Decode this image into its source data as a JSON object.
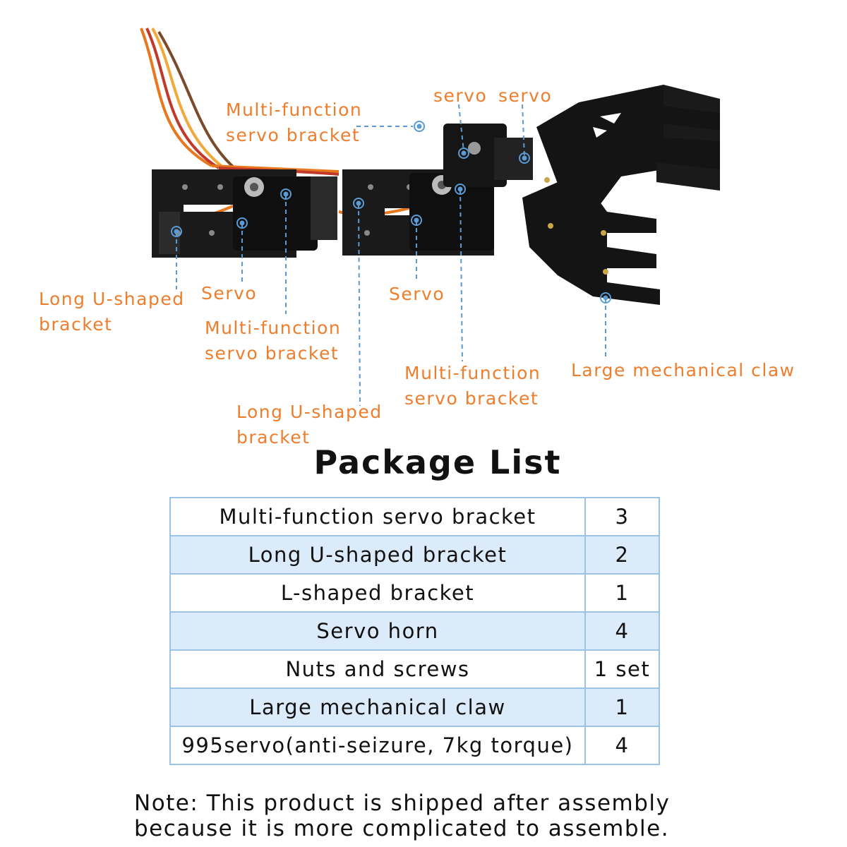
{
  "callouts": {
    "multi_function_top": "Multi-function\nservo bracket",
    "servo_top_1": "servo",
    "servo_top_2": "servo",
    "long_u_left": "Long U-shaped\nbracket",
    "servo_left": "Servo",
    "multi_function_mid": "Multi-function\nservo bracket",
    "servo_mid": "Servo",
    "multi_function_right": "Multi-function\nservo bracket",
    "large_claw": "Large mechanical claw",
    "long_u_bottom": "Long U-shaped\nbracket"
  },
  "package_list": {
    "title": "Package List",
    "rows": [
      {
        "item": "Multi-function servo bracket",
        "qty": "3"
      },
      {
        "item": "Long U-shaped bracket",
        "qty": "2"
      },
      {
        "item": "L-shaped bracket",
        "qty": "1"
      },
      {
        "item": "Servo horn",
        "qty": "4"
      },
      {
        "item": "Nuts and screws",
        "qty": "1 set"
      },
      {
        "item": "Large mechanical claw",
        "qty": "1"
      },
      {
        "item": "995servo(anti-seizure, 7kg torque)",
        "qty": "4"
      }
    ]
  },
  "note": "Note: This product is shipped after assembly\nbecause it is more complicated to assemble.",
  "colors": {
    "callout_text": "#ee7d2c",
    "leader_line": "#5b9bd5",
    "table_border": "#9cc3e6",
    "table_alt_row": "#dcebfa",
    "metal": "#1a1a1a"
  }
}
